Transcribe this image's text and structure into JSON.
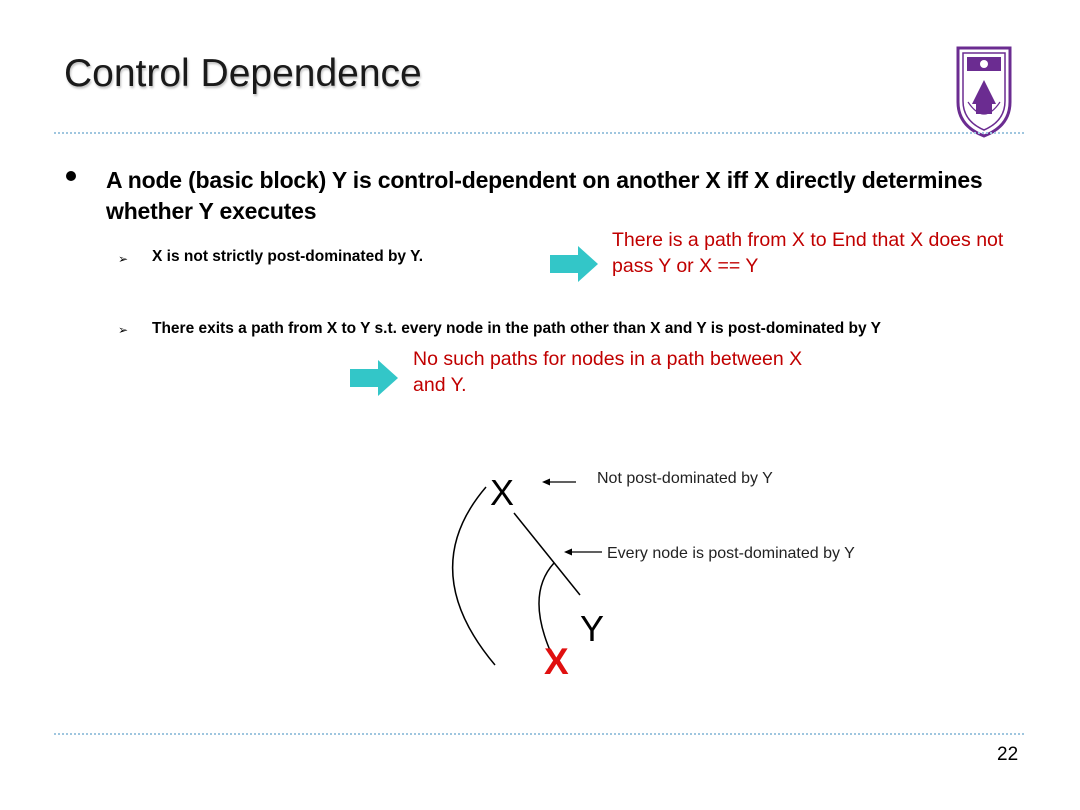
{
  "slide": {
    "title": "Control Dependence",
    "bullet": "A node (basic block) Y is control-dependent on another X iff X directly determines whether Y executes",
    "sub_marker": "➢",
    "sub_items": [
      "X is not strictly post-dominated  by Y.",
      "There exits a path from X to Y s.t. every node in the path other than X and Y is post-dominated by Y"
    ],
    "notes": [
      "There is a path from X to End that X does not pass Y or X == Y",
      "No such paths for nodes in a path between X and Y."
    ],
    "page_number": "22"
  },
  "diagram": {
    "node_x": "X",
    "node_y": "Y",
    "cross": "X",
    "label_top": "Not post-dominated by Y",
    "label_mid": "Every node is post-dominated by Y"
  },
  "colors": {
    "accent_red": "#c00000",
    "arrow_teal": "#33c6c8",
    "rule_blue": "#9fc6df",
    "logo_purple": "#6b2c91"
  },
  "icons": {
    "logo": "university-crest-icon",
    "arrow": "right-arrow-icon"
  }
}
